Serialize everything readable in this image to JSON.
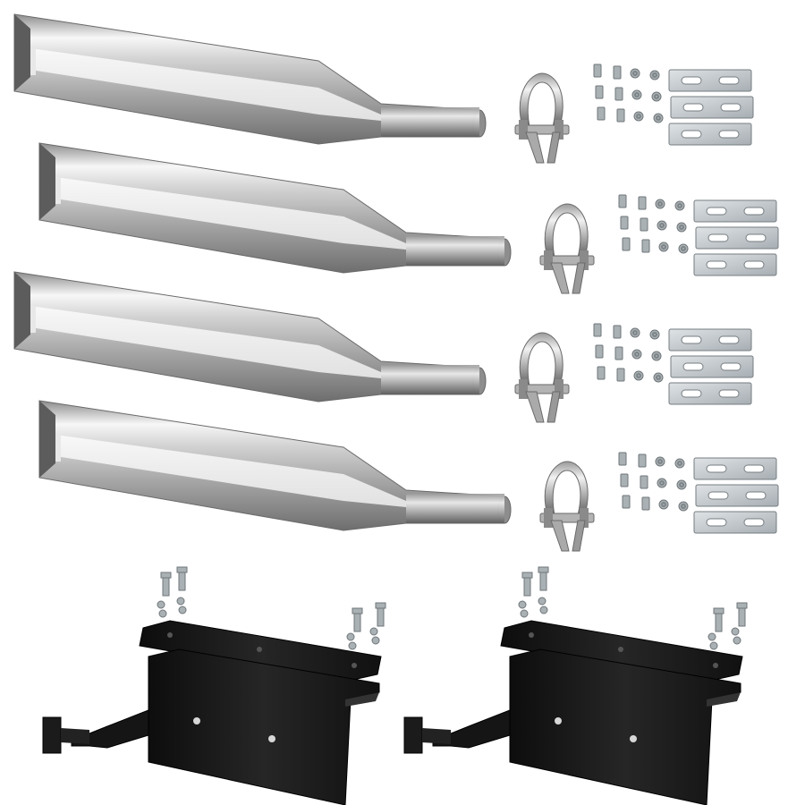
{
  "colors": {
    "background": "#ffffff",
    "chrome_light": "#f4f4f4",
    "chrome_mid": "#bdbdbd",
    "chrome_dark": "#7a7a7a",
    "bracket_black": "#1a1a1a",
    "zinc_plate": "#c8ced3",
    "hardware_gray": "#a9b0b4"
  },
  "items": {
    "exhaust_tips": 4,
    "clamp_hardware_sets": 4,
    "mounting_brackets": 2
  }
}
